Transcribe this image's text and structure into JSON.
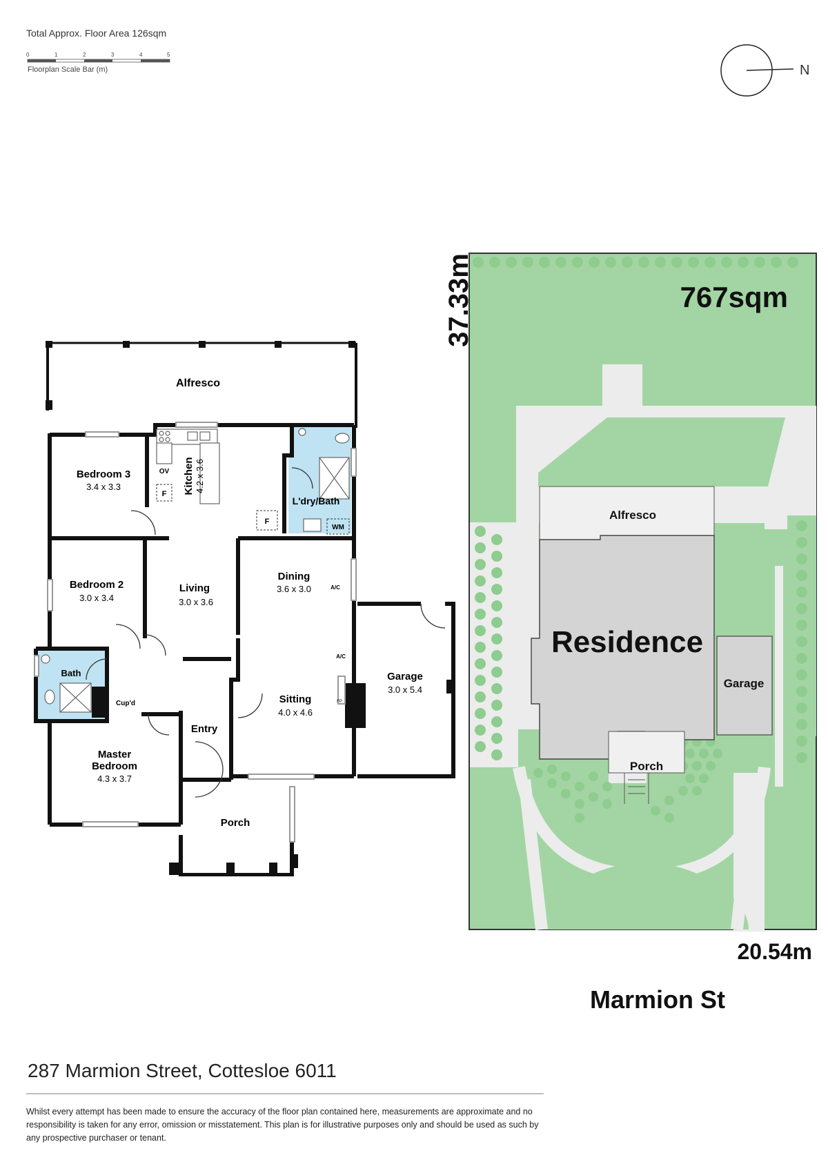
{
  "header": {
    "floor_area": "Total Approx. Floor Area 126sqm",
    "scale_bar": {
      "caption": "Floorplan Scale Bar (m)",
      "ticks": [
        "0",
        "1",
        "2",
        "3",
        "4",
        "5"
      ]
    }
  },
  "compass": {
    "label": "N"
  },
  "floorplan": {
    "rooms": {
      "alfresco": {
        "name": "Alfresco"
      },
      "bedroom3": {
        "name": "Bedroom 3",
        "dims": "3.4 x 3.3"
      },
      "kitchen": {
        "name": "Kitchen",
        "dims": "4.2 x 3.6"
      },
      "laundry": {
        "name": "L'dry/Bath"
      },
      "bedroom2": {
        "name": "Bedroom 2",
        "dims": "3.0 x 3.4"
      },
      "living": {
        "name": "Living",
        "dims": "3.0 x 3.6"
      },
      "dining": {
        "name": "Dining",
        "dims": "3.6 x 3.0"
      },
      "bath": {
        "name": "Bath"
      },
      "cupd": {
        "name": "Cup'd"
      },
      "sitting": {
        "name": "Sitting",
        "dims": "4.0 x 4.6"
      },
      "garage": {
        "name": "Garage",
        "dims": "3.0 x 5.4"
      },
      "entry": {
        "name": "Entry"
      },
      "master": {
        "name_line1": "Master",
        "name_line2": "Bedroom",
        "dims": "4.3 x 3.7"
      },
      "porch": {
        "name": "Porch"
      }
    },
    "fixtures": {
      "oven": "OV",
      "fridge": "F",
      "fridge2": "F",
      "washing_machine": "WM",
      "ac1": "A/C",
      "ac2": "A/C",
      "fireplace": "FP"
    }
  },
  "siteplan": {
    "area": "767sqm",
    "depth": "37.33m",
    "width": "20.54m",
    "street": "Marmion St",
    "labels": {
      "residence": "Residence",
      "alfresco": "Alfresco",
      "garage": "Garage",
      "porch": "Porch"
    },
    "colors": {
      "lawn": "#a2d5a3",
      "paving": "#ececec",
      "building": "#d4d4d4",
      "tree": "#8fcc8f"
    }
  },
  "footer": {
    "address": "287 Marmion Street, Cottesloe 6011",
    "disclaimer": "Whilst every attempt has been made to ensure the accuracy of the floor plan contained here, measurements are approximate and no responsibility is taken for any error, omission or misstatement. This plan is for illustrative purposes only and should be used as such by any prospective purchaser or tenant."
  }
}
